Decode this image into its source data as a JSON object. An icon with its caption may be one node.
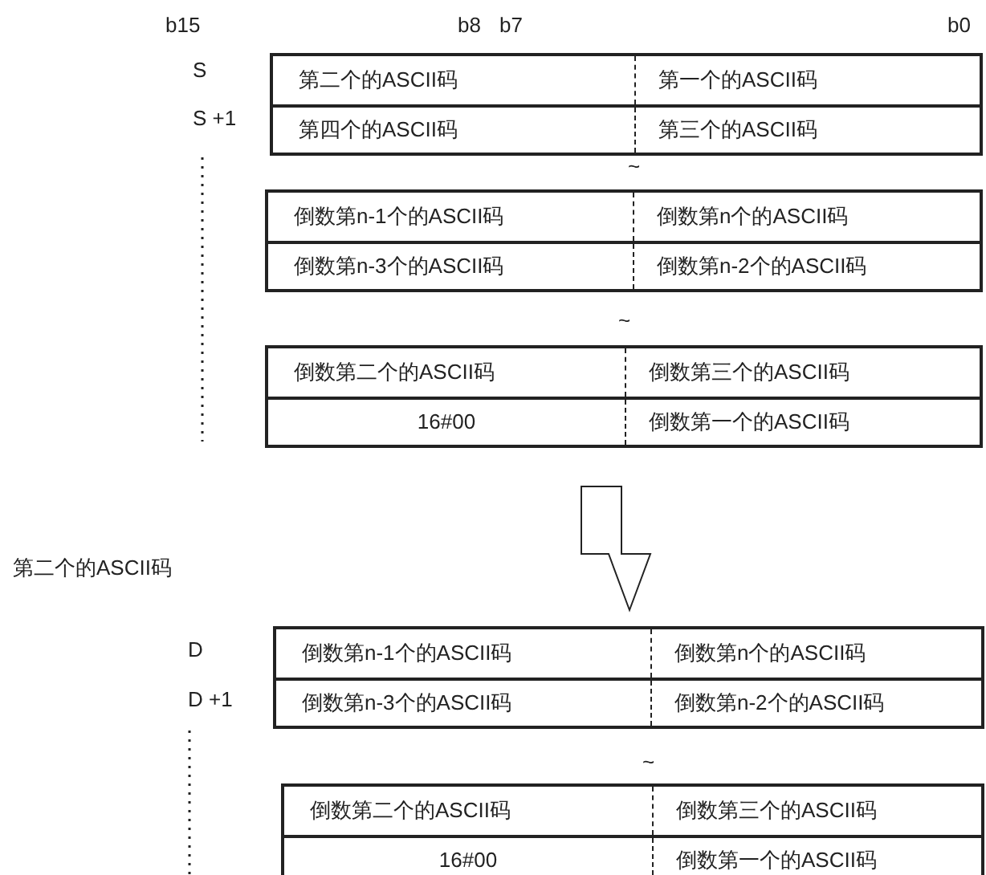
{
  "diagram": {
    "labels": [
      "b15",
      "b8",
      "b7",
      "b0",
      "S",
      "第二个的ASCII码",
      "第一个的ASCII码",
      "S +1",
      "第四个的ASCII码",
      "第三个的ASCII码",
      "~",
      "倒数第n-1个的ASCII码",
      "倒数第n个的ASCII码",
      "倒数第n-3个的ASCII码",
      "倒数第n-2个的ASCII码",
      "~",
      "倒数第二个的ASCII码",
      "倒数第三个的ASCII码",
      "16#00",
      "倒数第一个的ASCII码",
      "第二个的ASCII码",
      "D",
      "倒数第n-1个的ASCII码",
      "倒数第n个的ASCII码",
      "D +1",
      "倒数第n-3个的ASCII码",
      "倒数第n-2个的ASCII码",
      "~",
      "倒数第二个的ASCII码",
      "倒数第三个的ASCII码",
      "16#00",
      "倒数第一个的ASCII码"
    ]
  }
}
